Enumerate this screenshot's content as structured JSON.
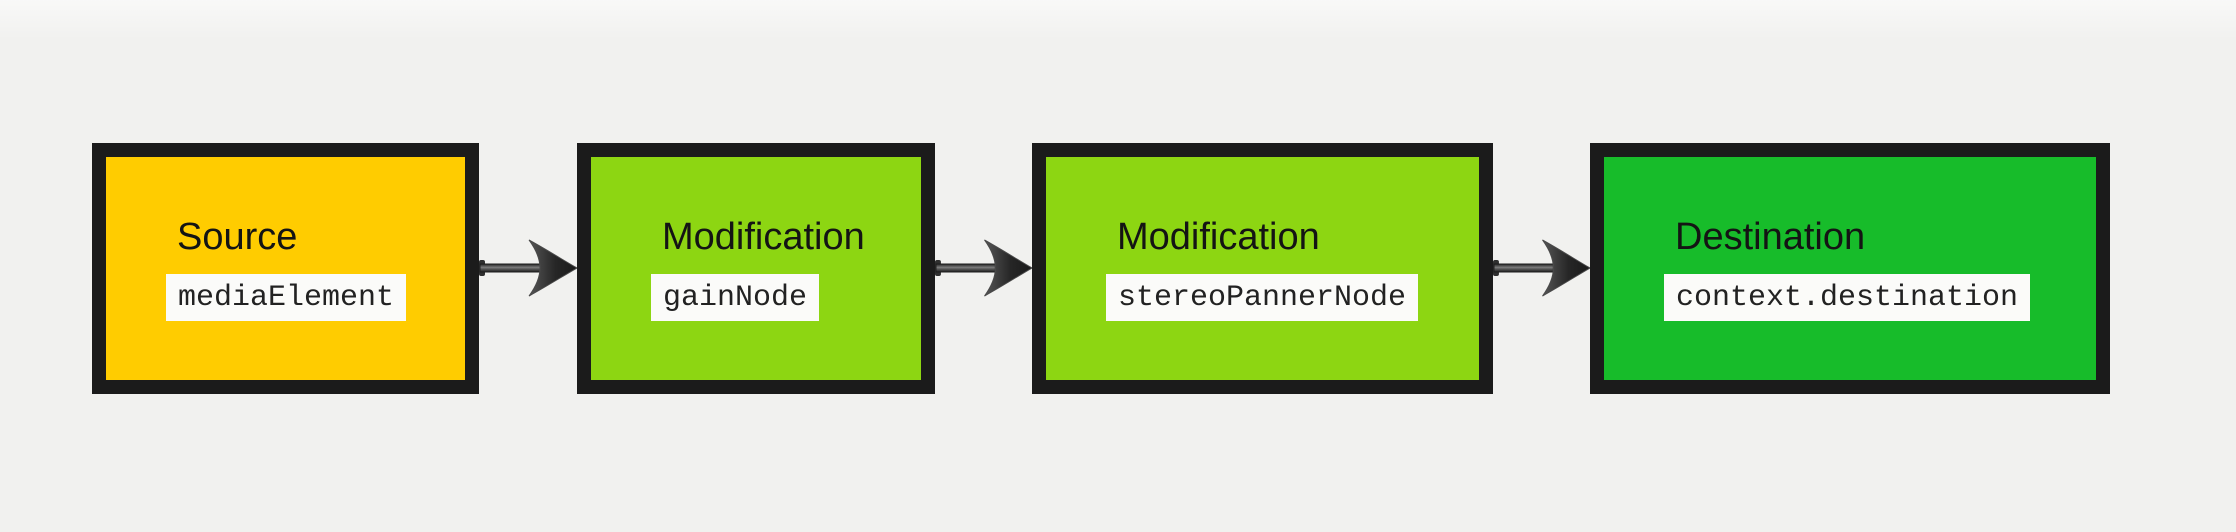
{
  "nodes": [
    {
      "role": "Source",
      "code": "mediaElement",
      "fill": "#ffcc00"
    },
    {
      "role": "Modification",
      "code": "gainNode",
      "fill": "#8dd612"
    },
    {
      "role": "Modification",
      "code": "stereoPannerNode",
      "fill": "#8dd612"
    },
    {
      "role": "Destination",
      "code": "context.destination",
      "fill": "#17bc2a"
    }
  ],
  "arrows": [
    {
      "from": "Source",
      "to": "Modification"
    },
    {
      "from": "Modification",
      "to": "Modification"
    },
    {
      "from": "Modification",
      "to": "Destination"
    }
  ],
  "colors": {
    "background": "#f1f1ef",
    "node_border": "#1b1b1b",
    "arrow": "#2e2e2e",
    "code_chip_background": "#fbfbf9",
    "label_text": "#141414",
    "code_text": "#222222"
  }
}
